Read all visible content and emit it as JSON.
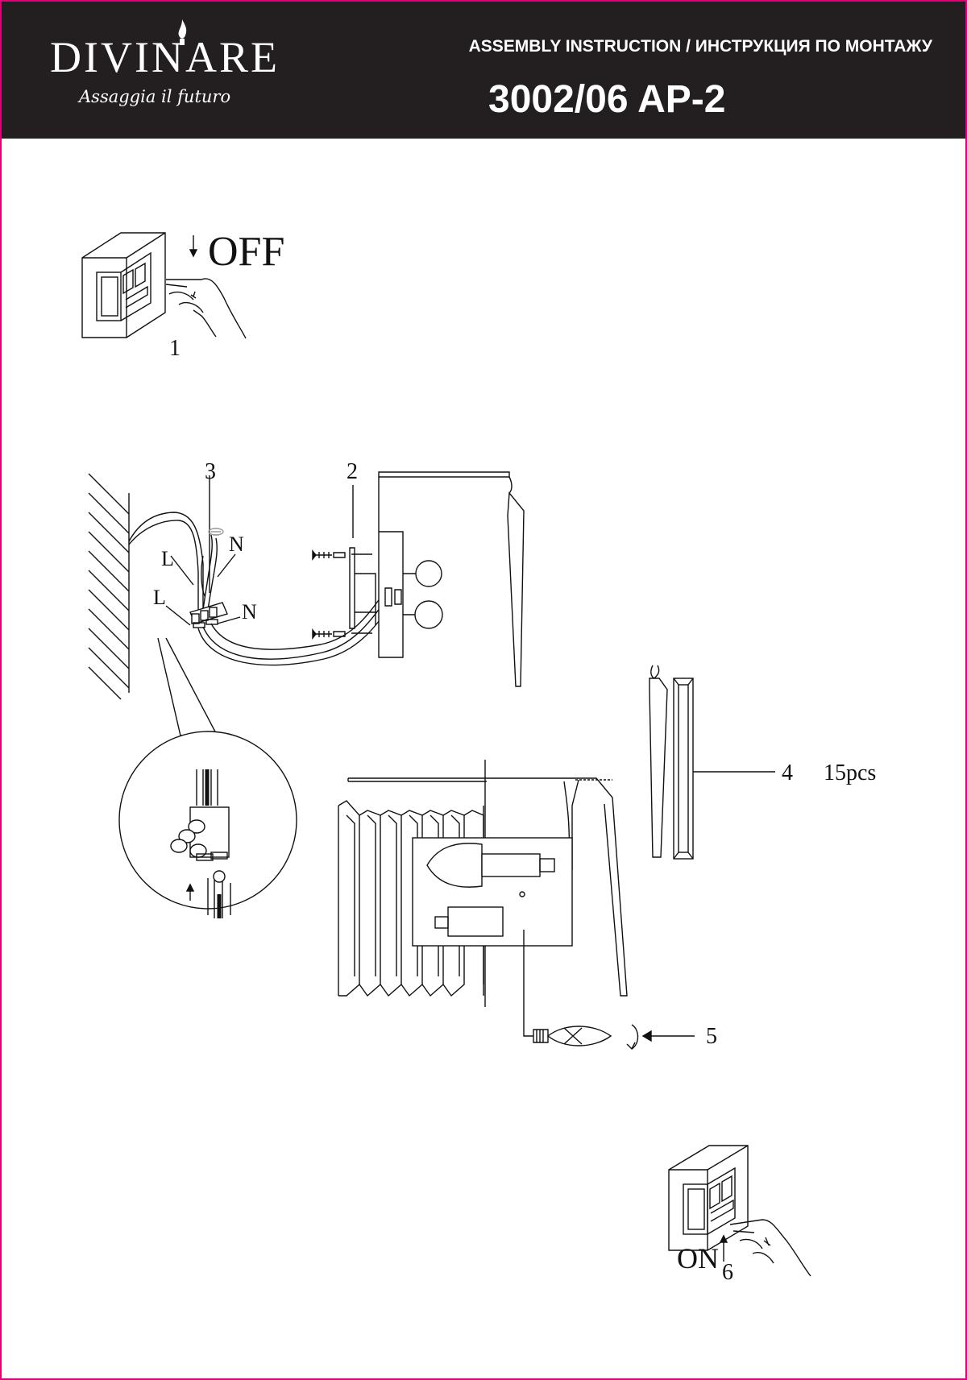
{
  "header": {
    "brand": "DIVINARE",
    "tagline": "Assaggia il futuro",
    "title": "ASSEMBLY INSTRUCTION / ИНСТРУКЦИЯ ПО МОНТАЖУ",
    "model": "3002/06 AP-2"
  },
  "colors": {
    "frame": "#e2007a",
    "header_bg": "#231f20",
    "header_text": "#ffffff",
    "line": "#111111"
  },
  "steps": {
    "step1": {
      "number": "1",
      "label": "OFF"
    },
    "step2": {
      "number": "2"
    },
    "step3": {
      "number": "3",
      "live_top": "L",
      "neutral_top": "N",
      "live_bottom": "L",
      "neutral_bottom": "N"
    },
    "step4": {
      "number": "4",
      "quantity": "15pcs"
    },
    "step5": {
      "number": "5"
    },
    "step6": {
      "number": "6",
      "label": "ON"
    }
  }
}
